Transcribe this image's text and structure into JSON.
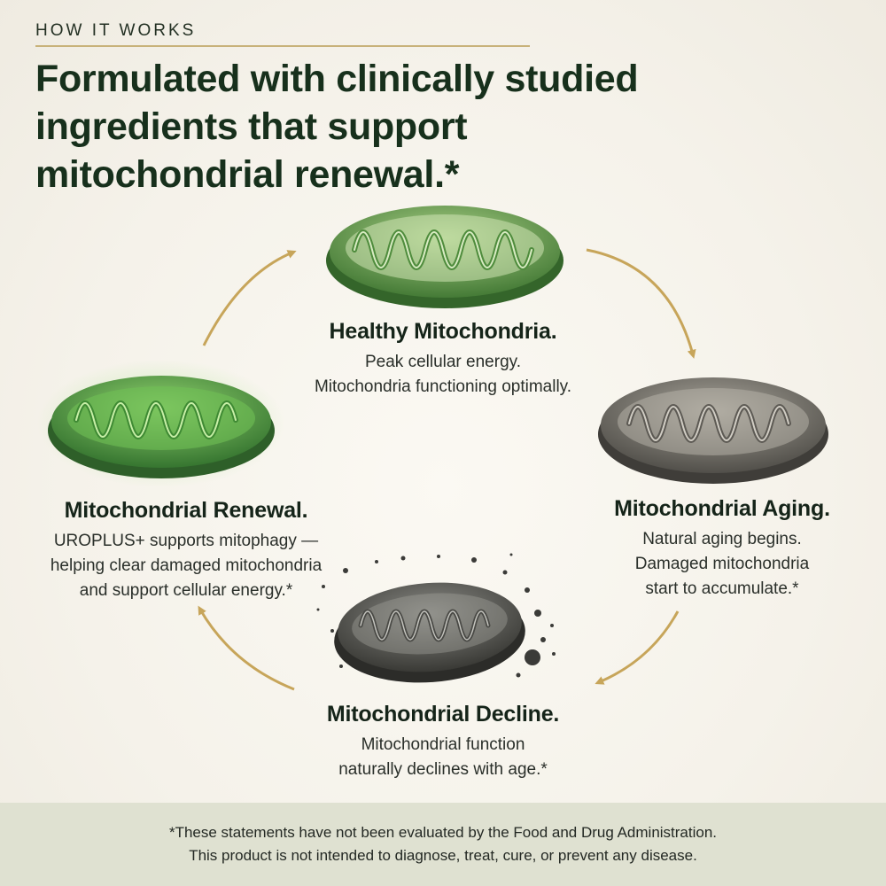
{
  "header": {
    "eyebrow": "HOW IT WORKS",
    "headline": "Formulated with clinically studied ingredients that support mitochondrial renewal.*"
  },
  "stages": [
    {
      "key": "healthy",
      "title": "Healthy Mitochondria.",
      "description": "Peak cellular energy.\nMitochondria functioning optimally.",
      "icon": "healthy-mitochondrion-icon",
      "color": "#5f9a4b"
    },
    {
      "key": "aging",
      "title": "Mitochondrial Aging.",
      "description": "Natural aging begins.\nDamaged mitochondria\nstart to accumulate.*",
      "icon": "aging-mitochondrion-icon",
      "color": "#6d6a63"
    },
    {
      "key": "decline",
      "title": "Mitochondrial Decline.",
      "description": "Mitochondrial function\nnaturally declines with age.*",
      "icon": "declining-mitochondrion-icon",
      "color": "#4a4b47"
    },
    {
      "key": "renewal",
      "title": "Mitochondrial Renewal.",
      "description": "UROPLUS+ supports mitophagy —\nhelping clear damaged mitochondria\nand support cellular energy.*",
      "icon": "renewed-mitochondrion-icon",
      "color": "#3f8a3a"
    }
  ],
  "cycle_arrow_color": "#c7a55a",
  "footer": {
    "line1": "*These statements have not been evaluated by the Food and Drug Administration.",
    "line2": "This product is not intended to diagnose, treat, cure, or prevent any disease."
  }
}
